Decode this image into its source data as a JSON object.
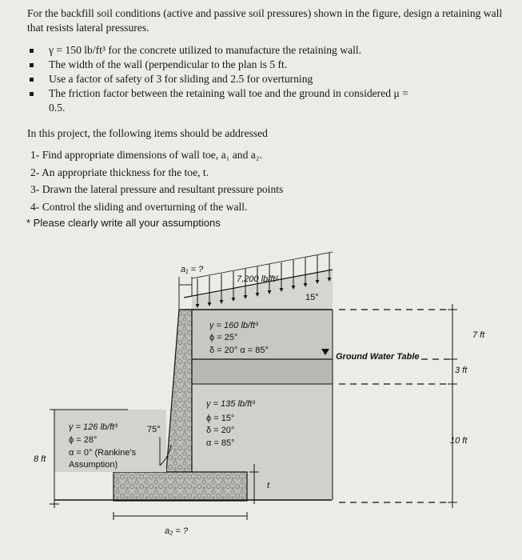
{
  "problem": {
    "intro": "For the backfill soil conditions (active and passive soil pressures) shown in the figure, design a retaining wall that resists lateral pressures.",
    "bullets": [
      "γ = 150 lb/ft³ for the concrete utilized to manufacture the retaining wall.",
      "The width of the wall (perpendicular to the plan is 5 ft.",
      "Use a factor of safety of 3 for sliding and 2.5 for overturning",
      "The friction factor between the retaining wall toe and the ground in considered μ ="
    ],
    "bullet4_cont": "0.5.",
    "project_intro": "In this project, the following items should be addressed",
    "items": [
      "1-  Find appropriate dimensions of wall toe, a₁ and a₂.",
      "2-  An appropriate thickness for the toe, t.",
      "3-  Drawn the lateral pressure and resultant pressure points",
      "4-  Control the sliding and overturning of the wall."
    ],
    "assumption_note": "* Please clearly write all your assumptions"
  },
  "figure": {
    "a1_label": "a₁ = ?",
    "a2_label": "a₂ = ?",
    "surcharge_label": "7,200 lb/ft²",
    "slope_angle": "15°",
    "wall_angle": "75°",
    "upper_soil": {
      "gamma": "γ = 160 lb/ft³",
      "phi": "ϕ = 25°",
      "delta_alpha": "δ = 20°   α = 85°"
    },
    "lower_soil": {
      "gamma": "γ = 135 lb/ft³",
      "phi": "ϕ = 15°",
      "delta": "δ = 20°",
      "alpha": "α = 85°"
    },
    "passive_soil": {
      "gamma": "γ = 126 lb/ft³",
      "phi": "ϕ = 28°",
      "alpha": "α = 0° (Rankine's",
      "alpha_cont": "Assumption)"
    },
    "gwt_label": "Ground Water Table",
    "dim_7ft": "7 ft",
    "dim_3ft": "3 ft",
    "dim_10ft": "10 ft",
    "dim_8ft": "8 ft",
    "t_label": "t"
  },
  "colors": {
    "page_bg": "#ecebe8",
    "soil_fill": "#c7c6c2",
    "gravel_fill": "#bdbcb8",
    "line": "#111111"
  }
}
